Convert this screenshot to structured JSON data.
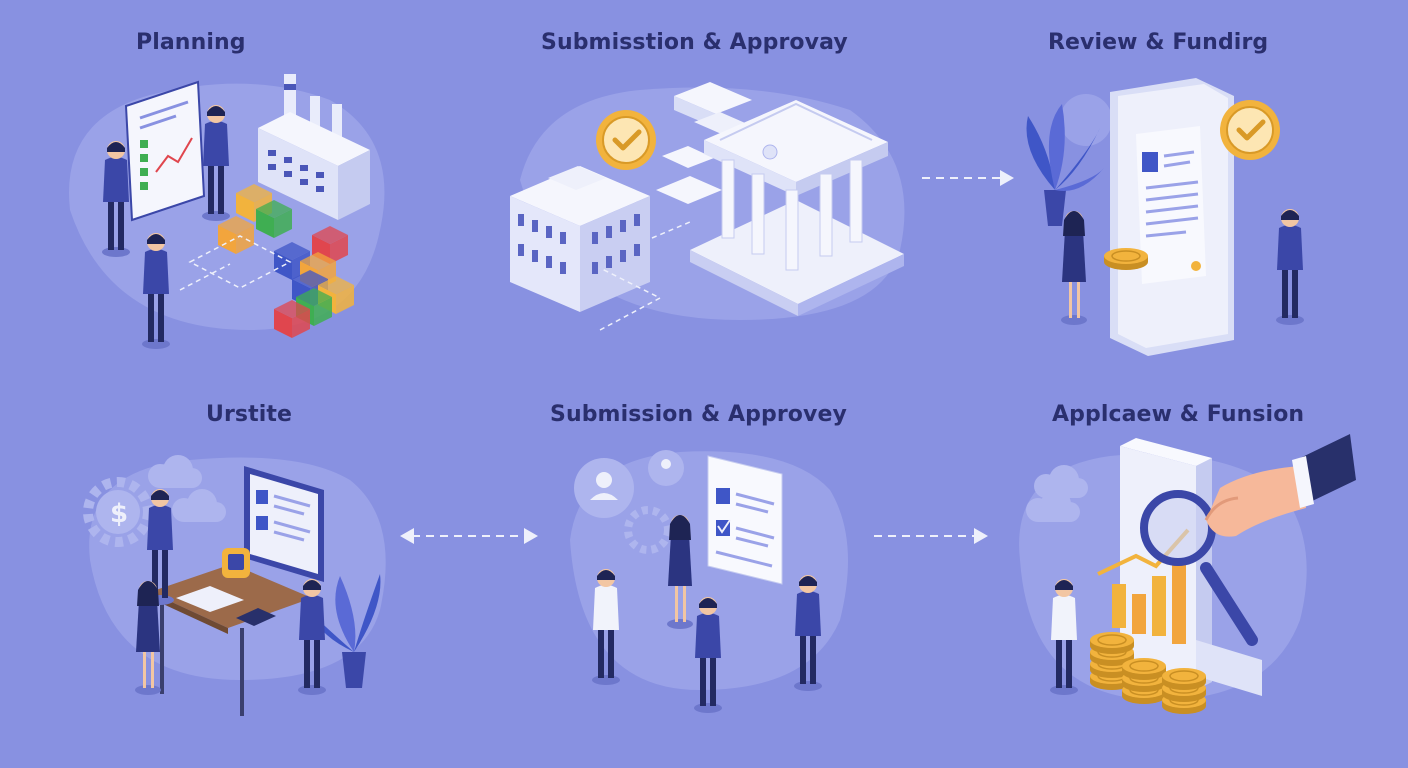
{
  "stages": [
    {
      "id": "planning",
      "title": "Planning"
    },
    {
      "id": "submission-top",
      "title": "Submisstion & Approvay"
    },
    {
      "id": "review-funding",
      "title": "Review & Fundirg"
    },
    {
      "id": "urstite",
      "title": "Urstite"
    },
    {
      "id": "submission-bottom",
      "title": "Submission & Approvey"
    },
    {
      "id": "applcaew",
      "title": "Applcaew & Funsion"
    }
  ],
  "icons": [
    "check-badge-icon",
    "dollar-gear-icon",
    "magnifier-icon",
    "coin-stack-icon",
    "bar-chart-icon",
    "plant-icon",
    "cloud-icon",
    "document-icon"
  ],
  "colors": {
    "background": "#8891e1",
    "title": "#2a2f6e",
    "navy": "#28306b",
    "panel": "#eef0fb",
    "accent_gold": "#f2b33d",
    "red": "#e0464e",
    "green": "#3fae52",
    "blue": "#3f56c7"
  }
}
